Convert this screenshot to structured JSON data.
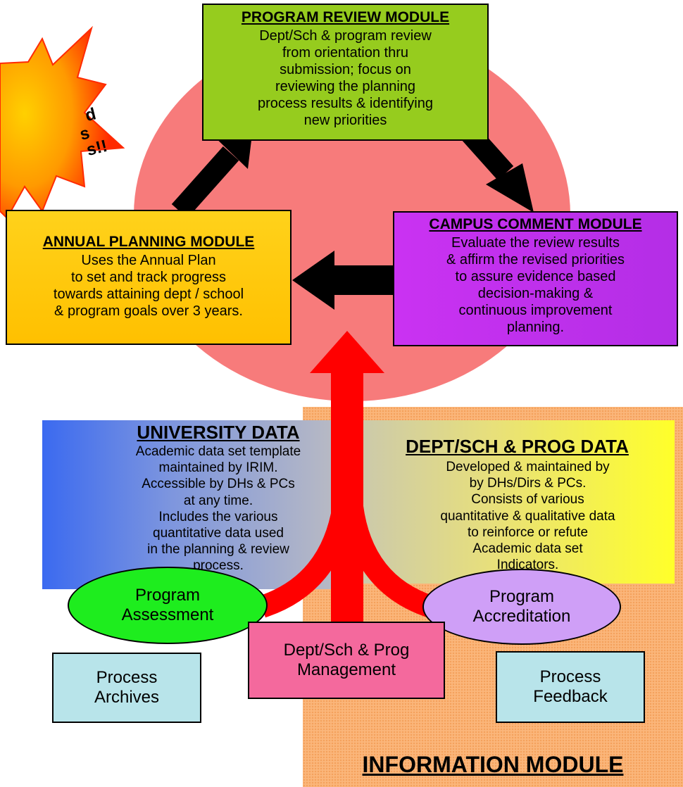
{
  "modules": {
    "program_review": {
      "title": "PROGRAM REVIEW MODULE",
      "lines": [
        "Dept/Sch & program review",
        "from orientation thru",
        "submission; focus on",
        "reviewing the planning",
        "process results & identifying",
        "new priorities"
      ]
    },
    "annual_planning": {
      "title": "ANNUAL PLANNING MODULE",
      "lines": [
        "Uses the Annual Plan",
        "to set and track progress",
        "towards attaining dept / school",
        "&  program goals over 3 years."
      ]
    },
    "campus_comment": {
      "title": "CAMPUS COMMENT MODULE",
      "lines": [
        "Evaluate the review  results",
        "& affirm the revised priorities",
        "to assure evidence based",
        "decision-making &",
        "continuous improvement",
        "planning."
      ]
    },
    "information": {
      "title": "INFORMATION MODULE"
    }
  },
  "data_sources": {
    "university": {
      "title": "UNIVERSITY DATA",
      "lines": [
        "Academic data set template",
        "maintained by IRIM.",
        "Accessible by  DHs & PCs",
        "at any time.",
        "Includes the various",
        "quantitative data used",
        "in the planning & review",
        "process."
      ]
    },
    "dept": {
      "title": "DEPT/SCH & PROG DATA",
      "lines": [
        "Developed & maintained by",
        "by DHs/Dirs & PCs.",
        "Consists of various",
        "quantitative & qualitative data",
        "to reinforce or refute",
        "Academic data set",
        "Indicators."
      ]
    }
  },
  "inputs": {
    "assessment": [
      "Program",
      "Assessment"
    ],
    "accreditation": [
      "Program",
      "Accreditation"
    ],
    "management": [
      "Dept/Sch & Prog",
      "Management"
    ],
    "archives": [
      "Process",
      "Archives"
    ],
    "feedback": [
      "Process",
      "Feedback"
    ]
  },
  "starburst": {
    "lines": [
      "d",
      "s",
      "s!!"
    ]
  },
  "colors": {
    "circle": "#f77b7b",
    "starburst_outer": "#ff2a00",
    "starburst_inner": "#ffb400",
    "arrow_black": "#000000",
    "arrow_red": "#ff0000"
  }
}
